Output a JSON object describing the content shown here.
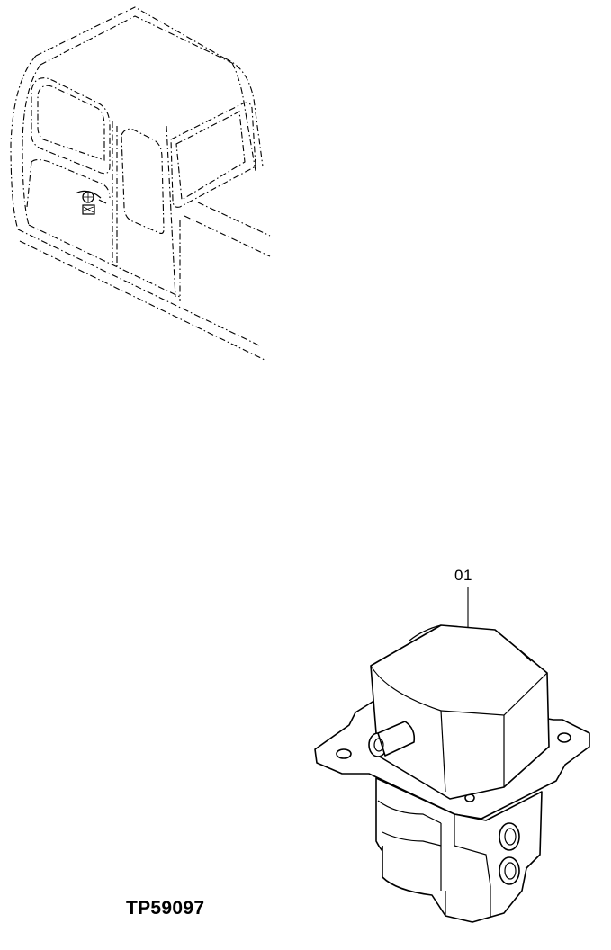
{
  "diagram": {
    "callouts": [
      {
        "label": "01"
      }
    ],
    "figure_id": "TP59097",
    "parts": [
      {
        "name": "cab-outline",
        "icon": "excavator-cab-dashed-outline"
      },
      {
        "name": "pilot-valve-location",
        "icon": "small-valve-marker"
      },
      {
        "name": "pilot-valve",
        "icon": "pilot-valve-assembly"
      }
    ],
    "colors": {
      "line": "#000000",
      "background": "#ffffff"
    }
  }
}
